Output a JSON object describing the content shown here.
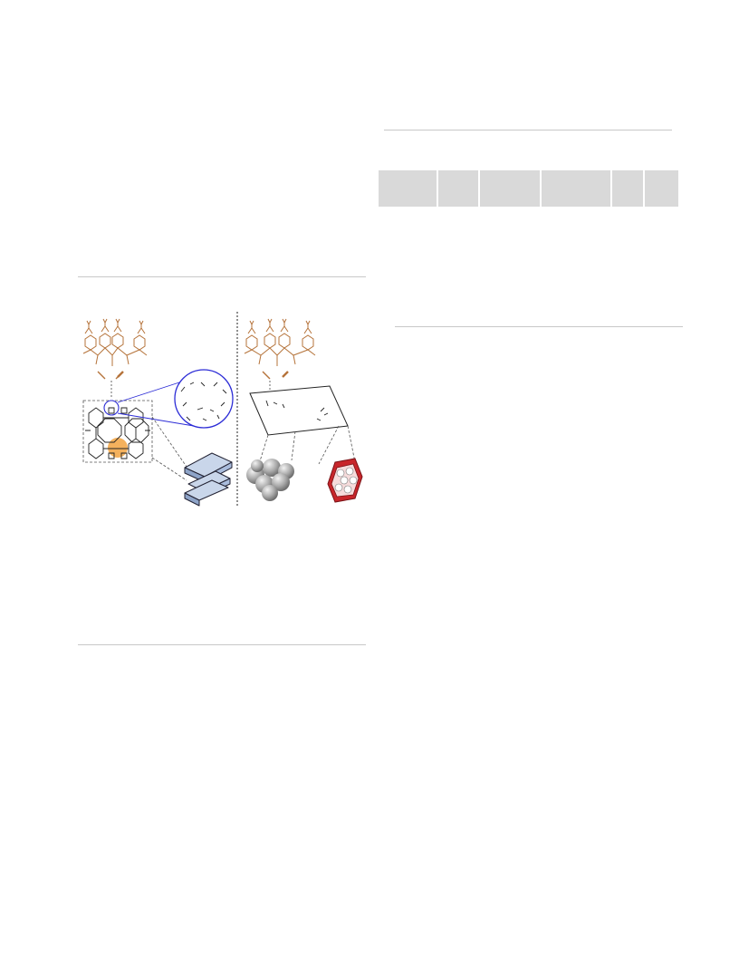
{
  "page": {
    "number": "",
    "text_visible": false
  },
  "figure": {
    "panels": [
      {
        "side": "left",
        "molecule": "calixarene",
        "framework": "cage-network",
        "product": "stacked-plates"
      },
      {
        "side": "right",
        "molecule": "calixarene",
        "framework": "layer-sheet",
        "product": [
          "sphere-aggregate",
          "hexagonal-crystal"
        ]
      }
    ],
    "colors": {
      "molecule": "#b5733a",
      "highlight_circle": "#2c2cd6",
      "orange_spot": "#f2a341",
      "plate_fill": "#c9d6ea",
      "hexagon_frame": "#c8262b",
      "sphere": "#a9a9a9"
    }
  },
  "table": {
    "header_cells": [
      "",
      "",
      "",
      "",
      "",
      ""
    ]
  }
}
